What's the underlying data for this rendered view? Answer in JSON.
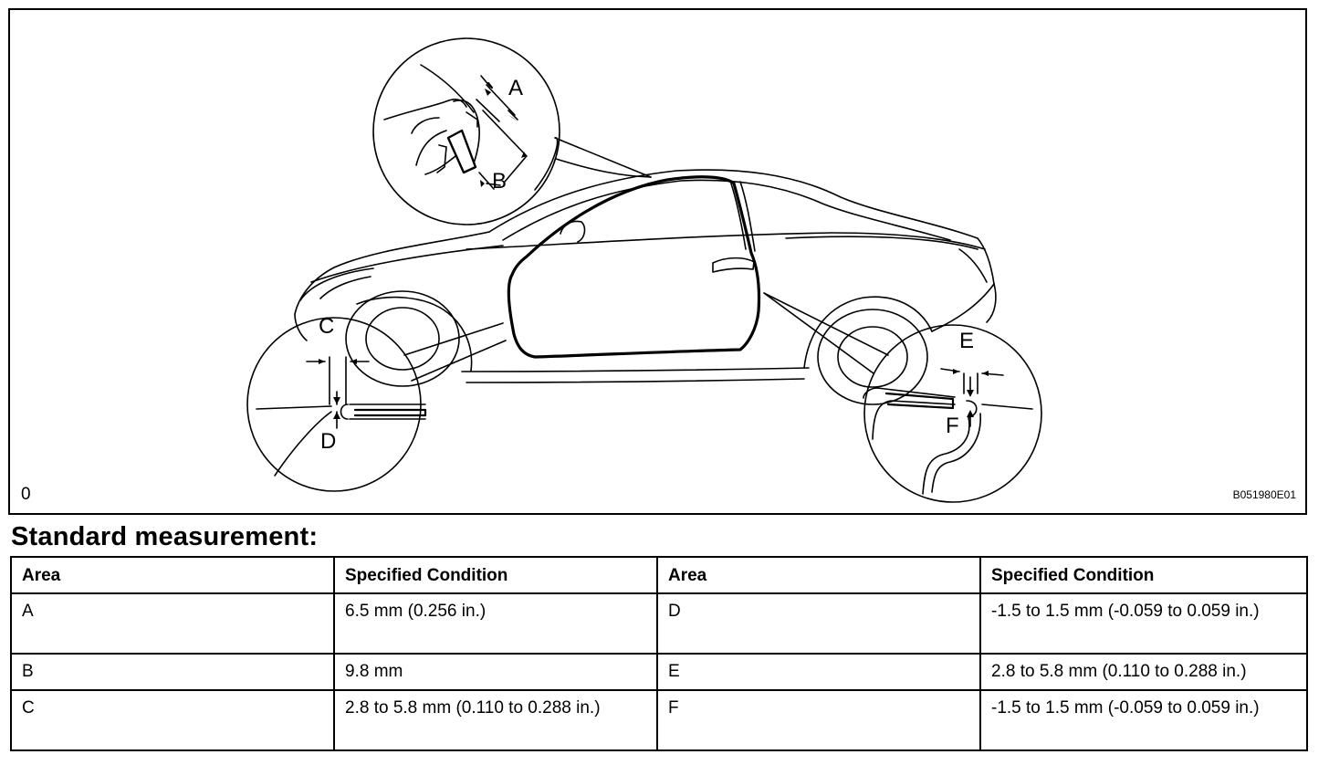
{
  "figure": {
    "callout_labels": {
      "a": "A",
      "b": "B",
      "c": "C",
      "d": "D",
      "e": "E",
      "f": "F"
    },
    "figure_number": "0",
    "figure_code": "B051980E01"
  },
  "section": {
    "title": "Standard measurement:"
  },
  "table": {
    "headers": [
      "Area",
      "Specified Condition",
      "Area",
      "Specified Condition"
    ],
    "rows": [
      [
        "A",
        "6.5 mm (0.256 in.)",
        "D",
        "-1.5 to 1.5 mm (-0.059 to 0.059 in.)"
      ],
      [
        "B",
        "9.8 mm",
        "E",
        "2.8 to 5.8 mm (0.110 to 0.288 in.)"
      ],
      [
        "C",
        "2.8 to 5.8 mm (0.110 to 0.288 in.)",
        "F",
        "-1.5 to 1.5 mm (-0.059 to 0.059 in.)"
      ]
    ]
  }
}
